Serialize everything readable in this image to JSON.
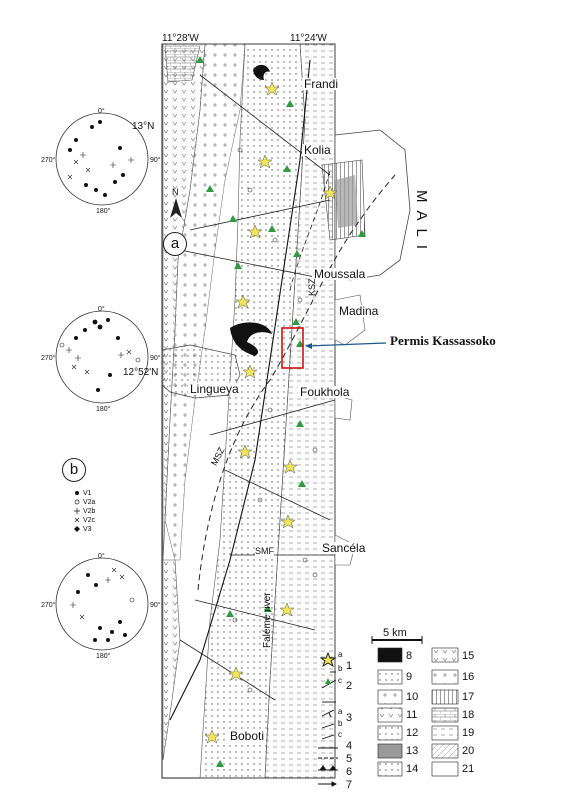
{
  "map": {
    "coords": {
      "lon_left": "11°28'W",
      "lon_right": "11°24'W",
      "lat_top": "13°N",
      "lat_bottom": "12°52'N"
    },
    "places": {
      "frandi": "Frandi",
      "kolia": "Kolia",
      "moussala": "Moussala",
      "madina": "Madina",
      "lingueya": "Lingueya",
      "foukhola": "Foukhola",
      "sancela": "Sancéla",
      "boboti": "Boboti",
      "faleme": "Falémé river"
    },
    "country": "MALI",
    "structures": {
      "msz": "MSZ",
      "ksz": "KSZ",
      "smf": "SMF"
    },
    "north": "N",
    "panel_a": "a",
    "panel_b": "b",
    "scale": "5 km",
    "highlight_label": "Permis Kassassoko",
    "highlight_color": "#d01010",
    "arrow_color": "#1e5a8c"
  },
  "stereonets": {
    "labels": {
      "top": "0°",
      "left": "270°",
      "right": "90°",
      "bottom": "180°"
    },
    "legend": [
      "V1",
      "V2a",
      "V2b",
      "V2c",
      "V3"
    ]
  },
  "legend": {
    "left_items": [
      "1",
      "2",
      "3",
      "4",
      "5",
      "6",
      "7"
    ],
    "sub_a": "a",
    "sub_b": "b",
    "sub_c": "c",
    "mid_items": [
      "8",
      "9",
      "10",
      "11",
      "12",
      "13",
      "14"
    ],
    "right_items": [
      "15",
      "16",
      "17",
      "18",
      "19",
      "20",
      "21"
    ]
  }
}
